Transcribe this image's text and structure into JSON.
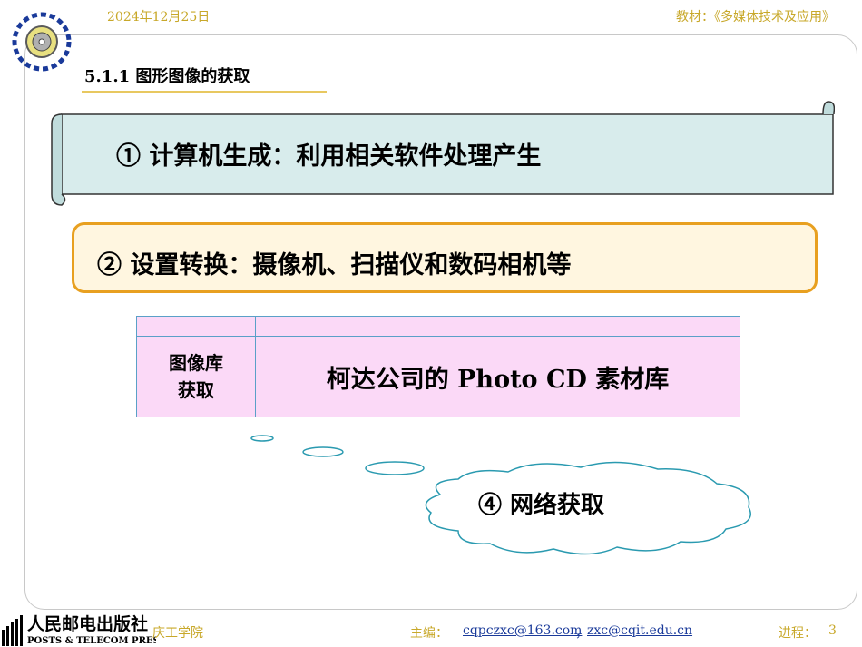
{
  "header": {
    "date": "2024年12月25日",
    "book": "教材：《多媒体技术及应用》"
  },
  "section_title": "5.1.1  图形图像的获取",
  "item1": "①  计算机生成：利用相关软件处理产生",
  "item2": "②  设置转换：摄像机、扫描仪和数码相机等",
  "table": {
    "left_line1": "图像库",
    "left_line2": "获取",
    "right": "柯达公司的 Photo CD 素材库"
  },
  "item4": "④  网络获取",
  "footer": {
    "publisher_cn": "人民邮电出版社",
    "publisher_en": "POSTS & TELECOM PRESS",
    "school": "庆工学院",
    "editor_label": "主编：",
    "email1": "cqpczxc@163.com",
    "separator": "，",
    "email2": "zxc@cqit.edu.cn",
    "progress_label": "进程：",
    "page": "3"
  },
  "colors": {
    "scroll_fill": "#d8ecec",
    "box_border": "#e8a020",
    "table_fill": "#fbd9f7",
    "cloud_stroke": "#2a9ab0",
    "accent_text": "#c8a82a",
    "link": "#1a3a9a"
  }
}
